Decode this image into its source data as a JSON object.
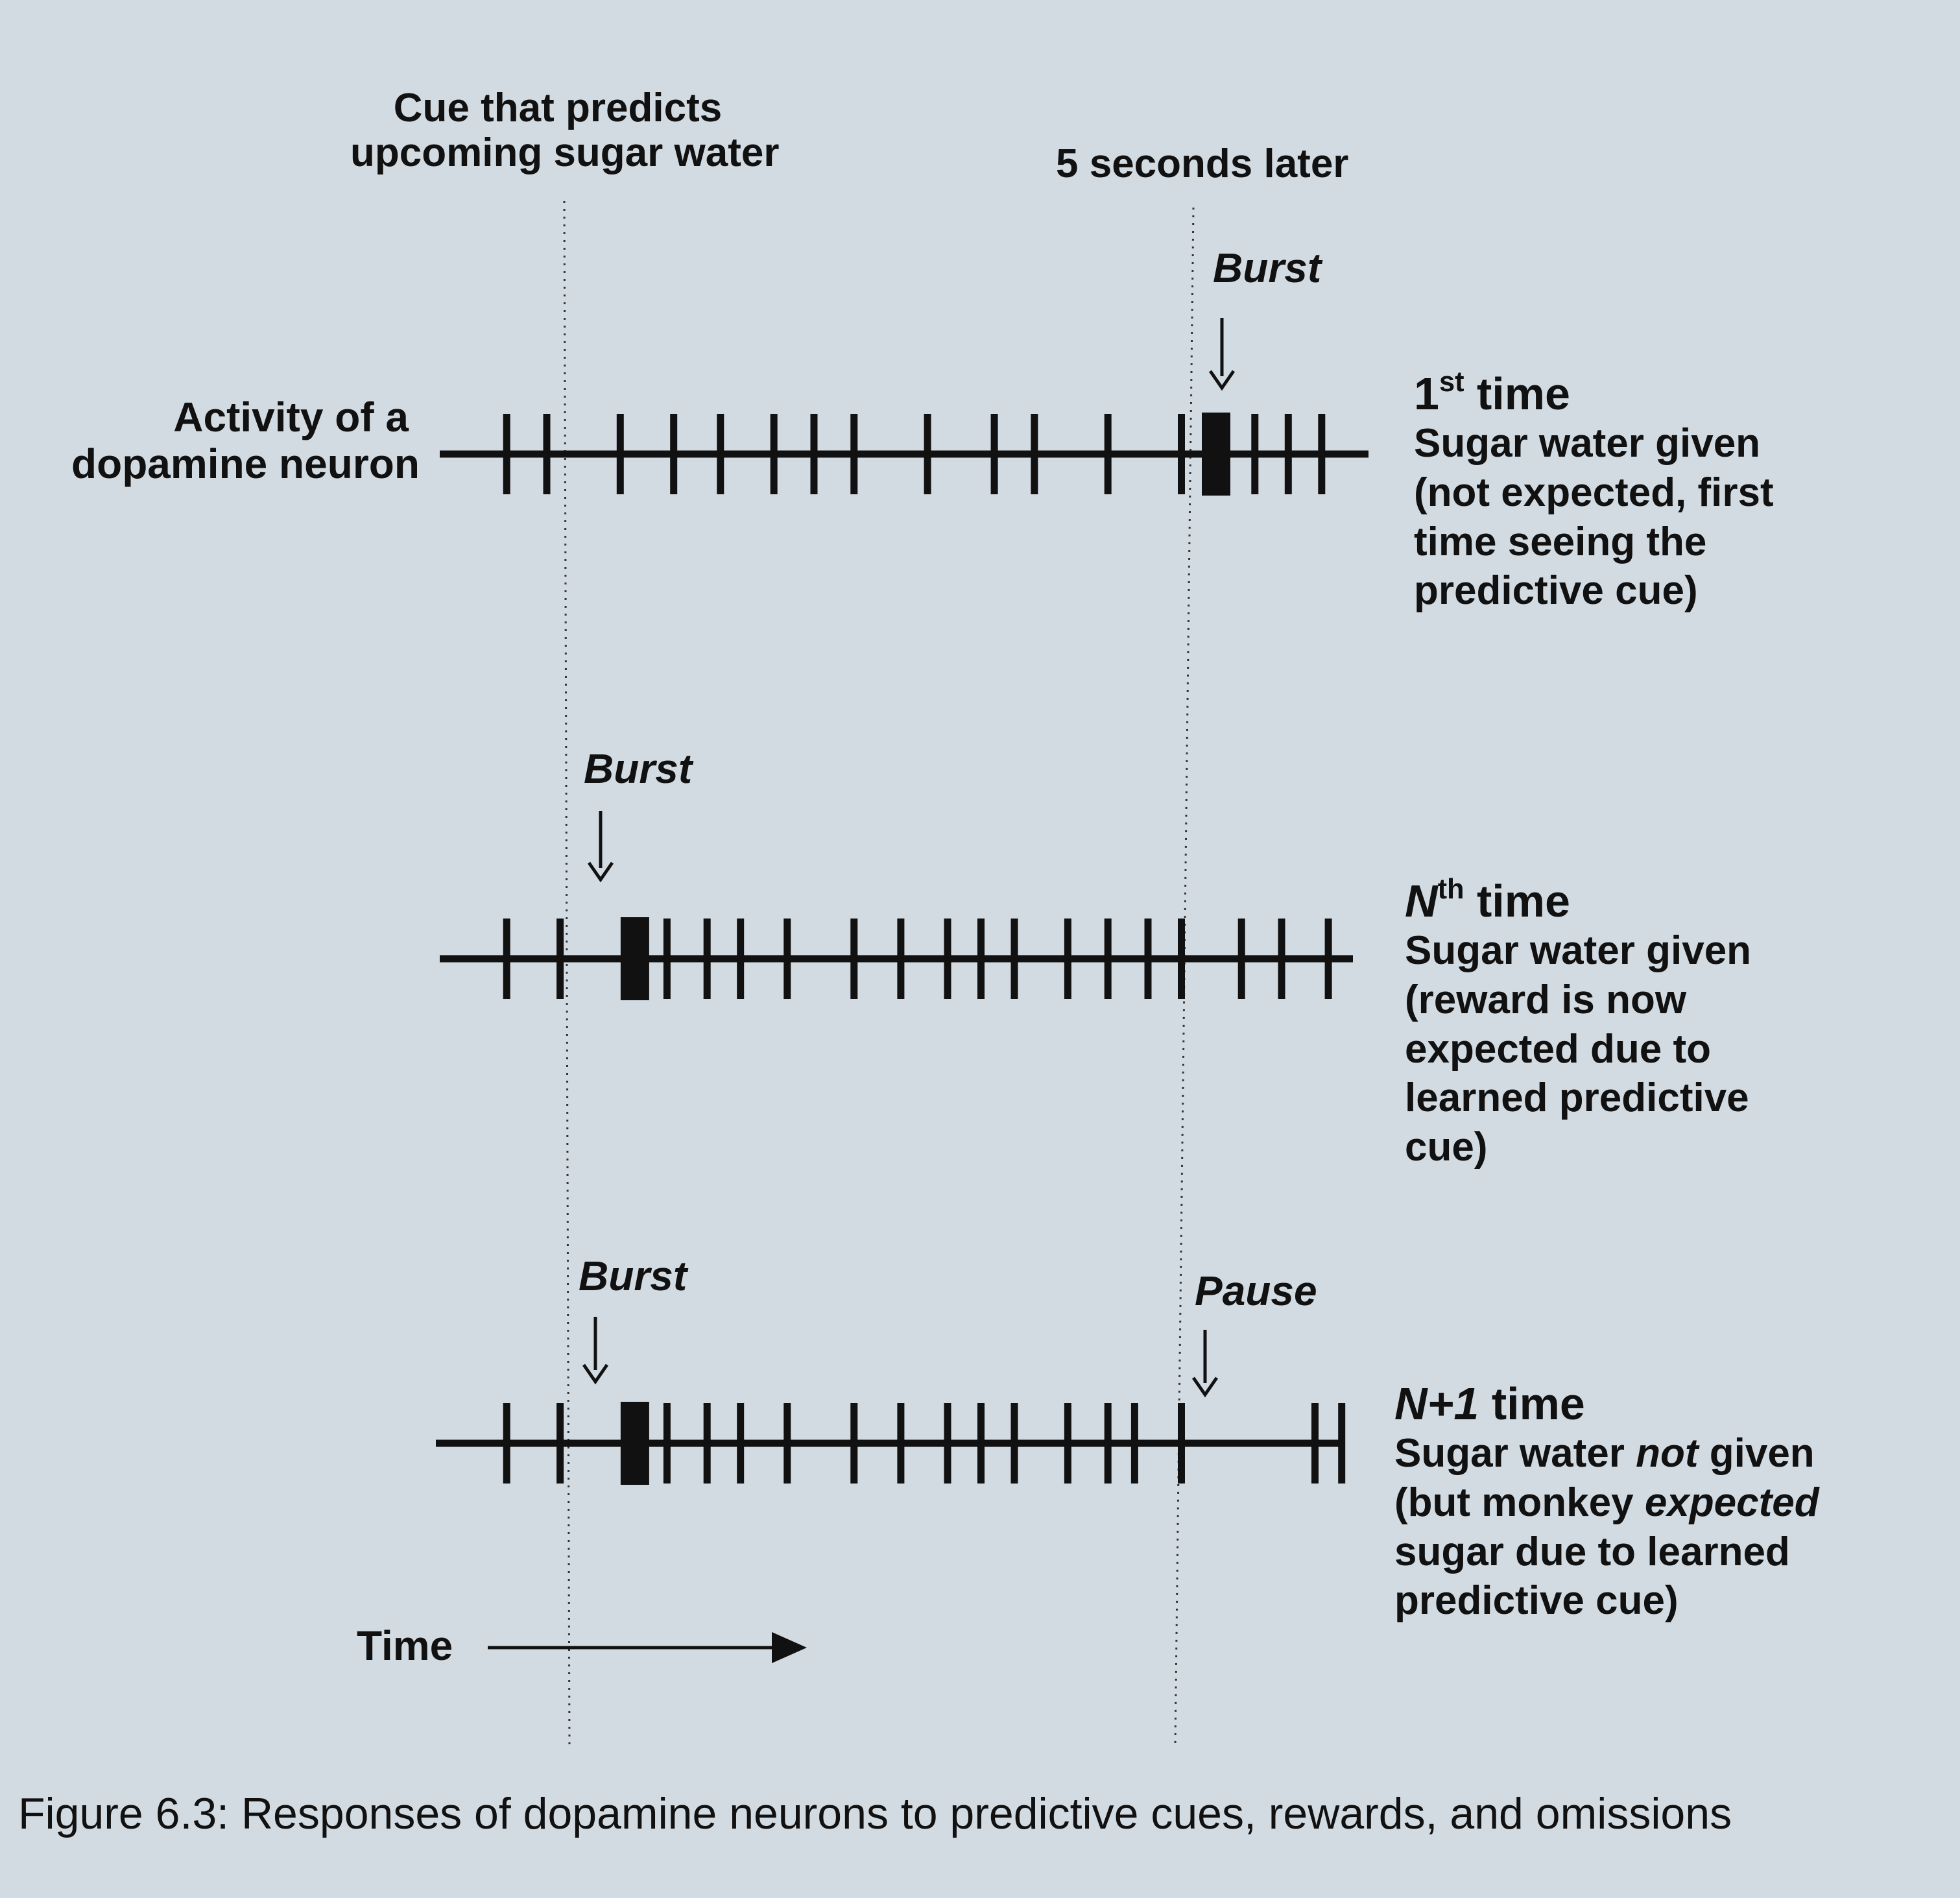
{
  "header": {
    "cue_line1": "Cue that predicts",
    "cue_line2": "upcoming sugar water",
    "later": "5 seconds later"
  },
  "y_label": {
    "line1": "Activity of a",
    "line2": "dopamine neuron"
  },
  "rows": [
    {
      "id": "first",
      "title_main": "1",
      "title_sup": "st",
      "title_rest": " time",
      "desc": [
        "Sugar water given",
        "(not expected, first",
        "time seeing the",
        "predictive cue)"
      ],
      "annotations": [
        {
          "text": "Burst",
          "at": "reward"
        }
      ],
      "spikes": [
        0.4,
        1.0,
        2.1,
        2.9,
        3.6,
        4.4,
        5.0,
        5.6,
        6.7,
        7.7,
        8.3,
        9.4,
        10.5
      ],
      "burst_at": 11.0,
      "spikes_after": [
        11.6,
        12.1,
        12.6
      ]
    },
    {
      "id": "nth",
      "title_main": "N",
      "title_sup": "th",
      "title_rest": " time",
      "desc": [
        "Sugar water given",
        "(reward is now",
        "expected due to",
        "learned predictive",
        "cue)"
      ],
      "annotations": [
        {
          "text": "Burst",
          "at": "cue"
        }
      ],
      "spikes_before": [
        0.4,
        1.2
      ],
      "burst_at": 2.3,
      "spikes": [
        2.8,
        3.4,
        3.9,
        4.6,
        5.6,
        6.3,
        7.0,
        7.5,
        8.0,
        8.8,
        9.4,
        10.0,
        10.5,
        11.4,
        12.0,
        12.7
      ]
    },
    {
      "id": "n1",
      "title_main": "N+1",
      "title_sup": "",
      "title_rest": " time",
      "desc_parts": [
        [
          {
            "t": "Sugar water "
          },
          {
            "t": "not",
            "i": true
          },
          {
            "t": " given"
          }
        ],
        [
          {
            "t": "(but monkey "
          },
          {
            "t": "expected",
            "i": true
          }
        ],
        [
          {
            "t": "sugar due to learned"
          }
        ],
        [
          {
            "t": "predictive cue)"
          }
        ]
      ],
      "annotations": [
        {
          "text": "Burst",
          "at": "cue"
        },
        {
          "text": "Pause",
          "at": "reward"
        }
      ],
      "spikes_before": [
        0.4,
        1.2
      ],
      "burst_at": 2.3,
      "spikes": [
        2.8,
        3.4,
        3.9,
        4.6,
        5.6,
        6.3,
        7.0,
        7.5,
        8.0,
        8.8,
        9.4,
        9.8,
        10.5
      ],
      "spikes_after": [
        12.5,
        12.9
      ]
    }
  ],
  "time_label": "Time",
  "caption": "Figure 6.3: Responses of dopamine neurons to predictive cues, rewards, and omissions",
  "colors": {
    "background": "#d3dbe2",
    "ink": "#111111"
  }
}
